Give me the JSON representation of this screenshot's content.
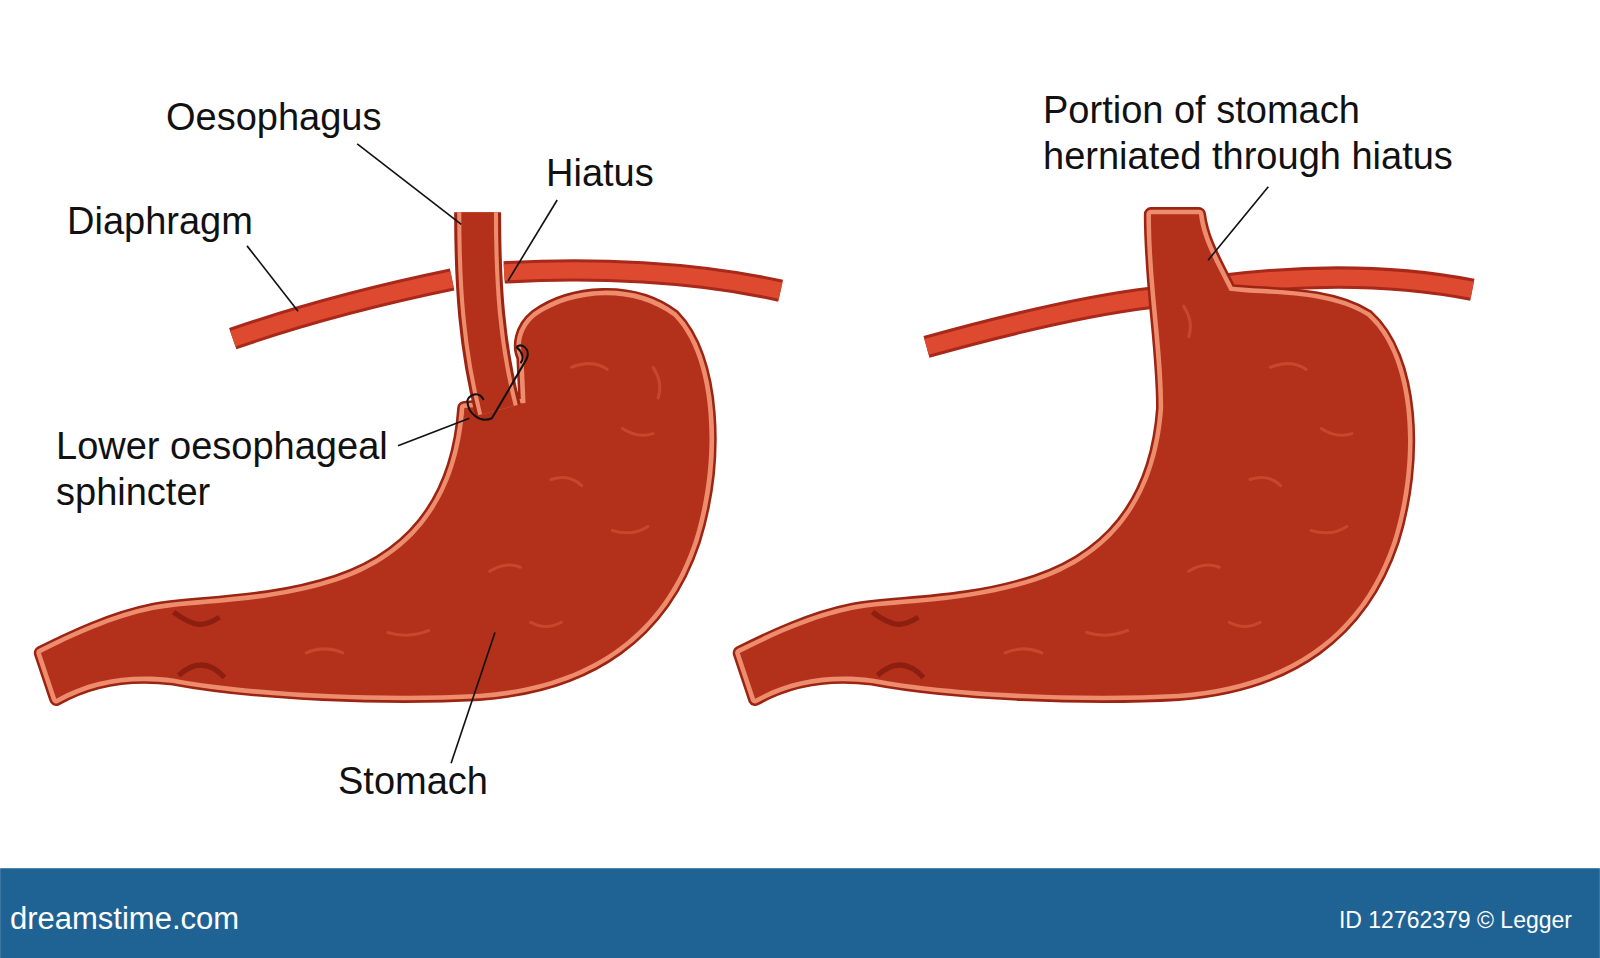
{
  "diagram": {
    "labels": [
      "Oesophagus",
      "Hiatus",
      "Diaphragm",
      "Lower oesophageal sphincter",
      "Stomach",
      "Portion of stomach herniated through hiatus",
      "dreamstime.com",
      "ID 12762379 © Legger"
    ]
  }
}
